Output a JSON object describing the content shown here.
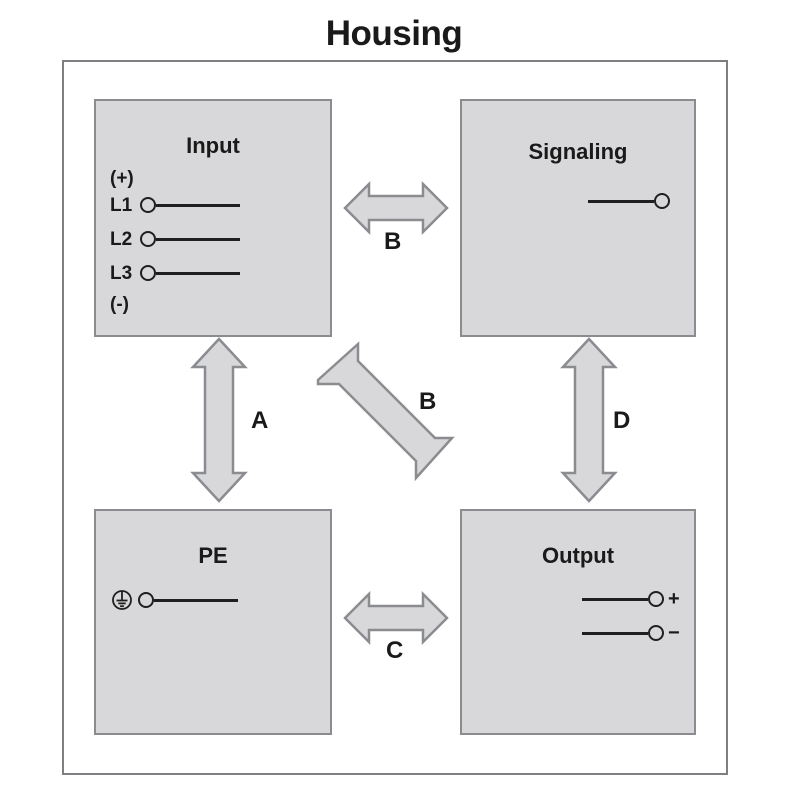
{
  "title": "Housing",
  "frame": {
    "name": "housing-frame"
  },
  "blocks": {
    "input": {
      "title": "Input",
      "top_label": "(+)",
      "bottom_label": "(-)",
      "terminals": [
        {
          "label": "L1"
        },
        {
          "label": "L2"
        },
        {
          "label": "L3"
        }
      ]
    },
    "signaling": {
      "title": "Signaling",
      "terminals": [
        {
          "label": ""
        }
      ]
    },
    "pe": {
      "title": "PE",
      "earth_icon": "earth-ground-icon",
      "terminals": [
        {
          "label": ""
        }
      ]
    },
    "output": {
      "title": "Output",
      "terminals": [
        {
          "label": "+"
        },
        {
          "label": "−"
        }
      ]
    }
  },
  "arrows": [
    {
      "id": "b-top",
      "label": "B",
      "orientation": "horizontal",
      "connects": [
        "input",
        "signaling"
      ]
    },
    {
      "id": "a",
      "label": "A",
      "orientation": "vertical",
      "connects": [
        "input",
        "pe"
      ]
    },
    {
      "id": "b-diag",
      "label": "B",
      "orientation": "diagonal",
      "connects": [
        "input",
        "output"
      ]
    },
    {
      "id": "d",
      "label": "D",
      "orientation": "vertical",
      "connects": [
        "signaling",
        "output"
      ]
    },
    {
      "id": "c",
      "label": "C",
      "orientation": "horizontal",
      "connects": [
        "pe",
        "output"
      ]
    }
  ],
  "colors": {
    "block_fill": "#d8d8da",
    "block_border": "#8a8c8f",
    "frame_border": "#7d7f82",
    "wire": "#1f1f1f",
    "text": "#1a1a1a",
    "page_background": "#ffffff"
  }
}
